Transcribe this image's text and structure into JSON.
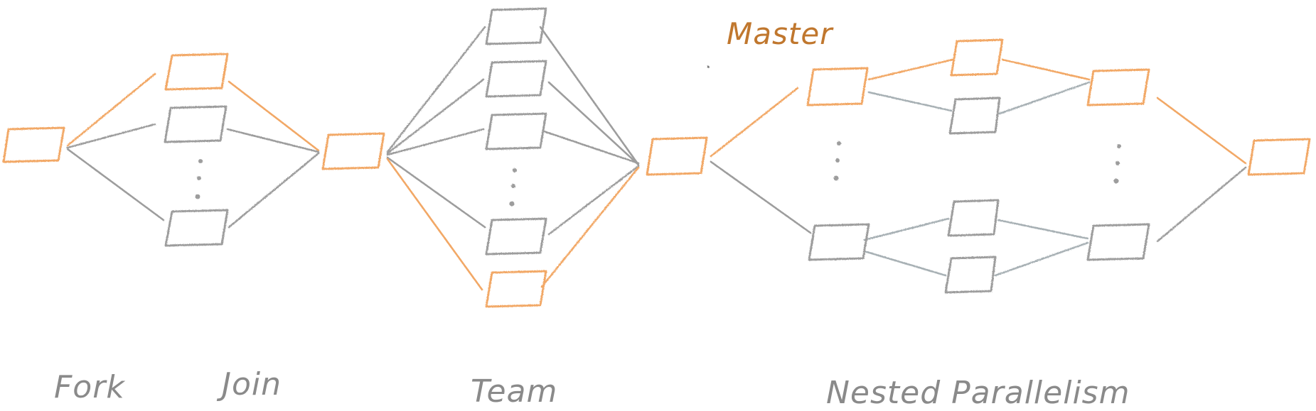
{
  "colors": {
    "master": "#f2a866",
    "worker": "#9d9d9d",
    "nested": "#a7b0b4",
    "master_label": "#c0772e",
    "label": "#8a8a8a"
  },
  "labels": {
    "fork": "Fork",
    "join": "Join",
    "team": "Team",
    "nested": "Nested Parallelism",
    "master": "Master"
  }
}
